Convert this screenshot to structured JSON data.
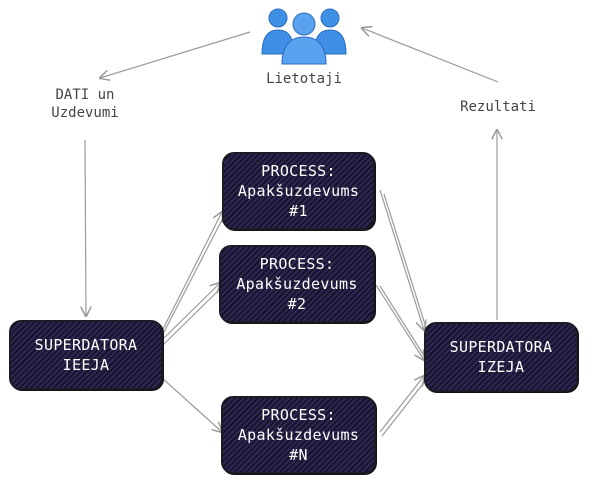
{
  "users": {
    "label": "Lietotaji",
    "icon": "users-group-icon",
    "color": "#3f8fe6"
  },
  "input_label": [
    "DATI un",
    "Uzdevumi"
  ],
  "result_label": "Rezultati",
  "input_box": [
    "SUPERDATORA",
    "IEEJA"
  ],
  "output_box": [
    "SUPERDATORA",
    "IZEJA"
  ],
  "process_boxes": [
    [
      "PROCESS:",
      "Apakšuzdevums",
      "#1"
    ],
    [
      "PROCESS:",
      "Apakšuzdevums",
      "#2"
    ],
    [
      "PROCESS:",
      "Apakšuzdevums",
      "#N"
    ]
  ],
  "colors": {
    "box_fill": "#2c2550",
    "box_border": "#1b1b26",
    "arrow": "#9a9a9a",
    "text_dark": "#444444"
  }
}
